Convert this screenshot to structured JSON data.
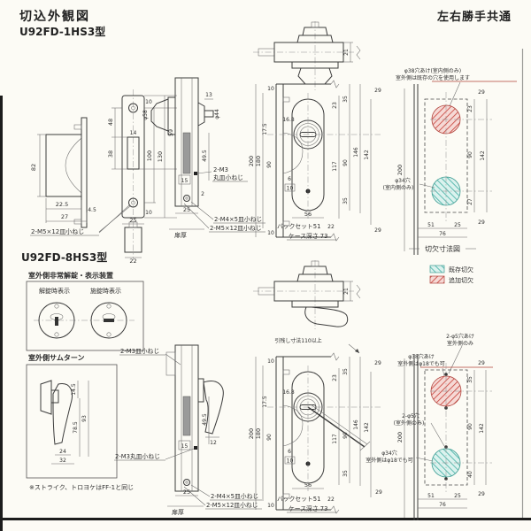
{
  "page": {
    "title": "切込外観図",
    "model_top": "U92FD-1HS3型",
    "model_bottom": "U92FD-8HS3型",
    "handing": "左右勝手共通"
  },
  "legend": {
    "existing": "既存切欠",
    "added": "追加切欠"
  },
  "colors": {
    "hatch_red": "#c9463d",
    "hatch_cyan": "#49b2a6",
    "legend_text": "#8a4030"
  },
  "notes": {
    "prep_note1": "φ38穴あけ(室内側のみ)",
    "prep_note2": "室外側は既存の穴を使用します",
    "prep_caption": "切欠寸法図",
    "phi34_1": "φ34穴",
    "phi34_2": "(室内側のみ)",
    "strike_note": "※ストライク、トロヨケはFF-1と同じ",
    "pull_note": "引残し寸法110以上",
    "indicator_title": "室外側非常解錠・表示装置",
    "indicator_unlocked": "解錠時表示",
    "indicator_locked": "施錠時表示",
    "thumbturn_title": "室外側サムターン",
    "p2_holes1": "2-φ5穴あけ",
    "p2_holes2": "室外側のみ",
    "p2_phi38_1": "φ38穴あけ",
    "p2_phi38_2": "室外側はφ18でも可",
    "p2_holes3": "2-φ5穴",
    "p2_holes4": "(室外側のみ)",
    "p2_phi34_1": "φ34穴",
    "p2_phi34_2": "室外側はφ18でも可"
  },
  "screws": {
    "m5x12": "2-M5×12皿小ねじ",
    "m4x5": "2-M4×5皿小ねじ",
    "m3_round1": "2-M3",
    "m3_round2": "丸皿小ねじ",
    "m3_flat": "2-M3皿小ねじ",
    "m3_round_full": "2-M3丸皿小ねじ",
    "door_thickness": "扉厚",
    "backset": "バックセット51",
    "backset_tail": "22",
    "case_depth": "ケース深さ 73"
  },
  "dims": {
    "d2": "2",
    "d4_5": "4.5",
    "d6": "6",
    "d10": "10",
    "d12": "12",
    "d13": "13",
    "d14": "14",
    "d14_5": "14.5",
    "d15": "15",
    "d16_8": "16.8",
    "d17_5": "17.5",
    "d21": "21",
    "d22": "22",
    "d22_5": "22.5",
    "d23": "23",
    "d24": "24",
    "d25": "25",
    "d27": "27",
    "d29": "29",
    "d32": "32",
    "d35": "35",
    "d38": "38",
    "d40": "40",
    "d48": "48",
    "d49_5": "49.5",
    "d51": "51",
    "d56": "56",
    "d59": "59",
    "d76": "76",
    "d78_5": "78.5",
    "d82": "82",
    "d90": "90",
    "d93": "93",
    "d100": "100",
    "d117": "117",
    "d130": "130",
    "d142": "142",
    "d146": "146",
    "d180": "180",
    "d200": "200",
    "phi44": "φ44",
    "phi58": "φ58"
  }
}
